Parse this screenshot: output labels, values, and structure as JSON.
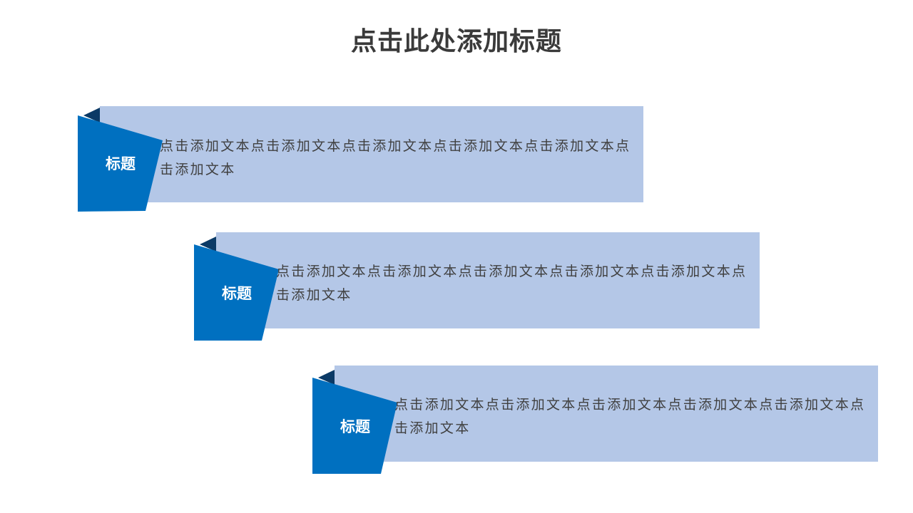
{
  "slide": {
    "title": "点击此处添加标题"
  },
  "colors": {
    "tab_blue": "#0070C0",
    "fold_dark": "#0B3A66",
    "bar_light": "#B4C7E7",
    "title_text": "#3A3A3A",
    "body_text": "#404040"
  },
  "items": [
    {
      "label": "标题",
      "text": "点击添加文本点击添加文本点击添加文本点击添加文本点击添加文本点击添加文本"
    },
    {
      "label": "标题",
      "text": "点击添加文本点击添加文本点击添加文本点击添加文本点击添加文本点击添加文本"
    },
    {
      "label": "标题",
      "text": "点击添加文本点击添加文本点击添加文本点击添加文本点击添加文本点击添加文本"
    }
  ]
}
